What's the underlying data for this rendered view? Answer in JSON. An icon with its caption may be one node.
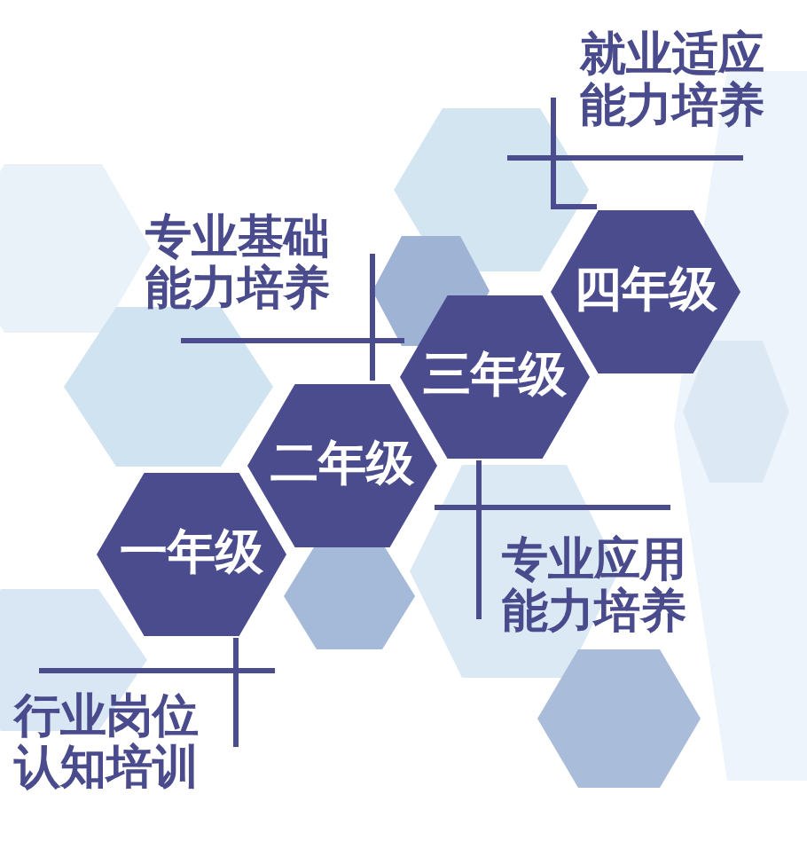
{
  "diagram": {
    "nodes": [
      {
        "text": [
          "就业适应能力培养"
        ]
      },
      {
        "text": [
          "专业基础能力培养"
        ]
      },
      {
        "text": [
          "四年级"
        ]
      },
      {
        "text": [
          "三年级"
        ]
      },
      {
        "text": [
          "二年级"
        ]
      },
      {
        "text": [
          "一年级"
        ]
      },
      {
        "text": [
          "专业应用能力培养"
        ]
      },
      {
        "text": [
          "行业岗位认知培训"
        ]
      }
    ],
    "edges": [
      {
        "from": 0,
        "to": 2,
        "arrow": "none"
      },
      {
        "from": 1,
        "to": 4,
        "arrow": "none"
      },
      {
        "from": 6,
        "to": 3,
        "arrow": "none"
      },
      {
        "from": 7,
        "to": 5,
        "arrow": "none"
      }
    ]
  }
}
